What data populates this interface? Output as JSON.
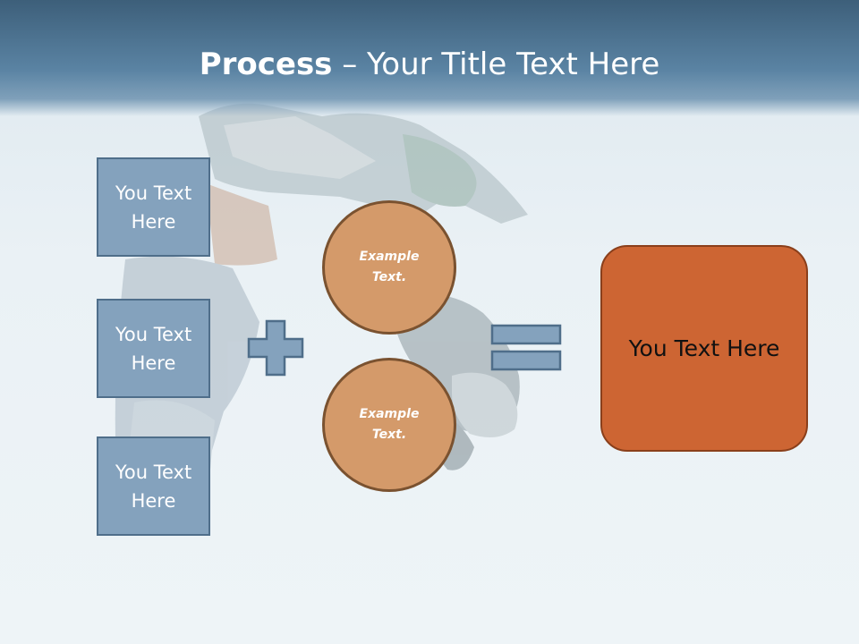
{
  "title": {
    "bold": "Process",
    "rest": " – Your Title Text Here"
  },
  "inputs": [
    {
      "label": "You Text Here"
    },
    {
      "label": "You Text Here"
    },
    {
      "label": "You Text Here"
    }
  ],
  "circles": [
    {
      "label": "Example Text."
    },
    {
      "label": "Example Text."
    }
  ],
  "result": {
    "label": "You Text Here"
  },
  "operators": {
    "plus": "plus-sign",
    "equals": "equals-sign"
  },
  "colors": {
    "header": "#4a6f8d",
    "box_fill": "#84a2bd",
    "box_border": "#4f6e8a",
    "circle_fill": "#d49a6a",
    "circle_border": "#7a5230",
    "result_fill": "#cd6533",
    "result_border": "#8a3f1b"
  }
}
